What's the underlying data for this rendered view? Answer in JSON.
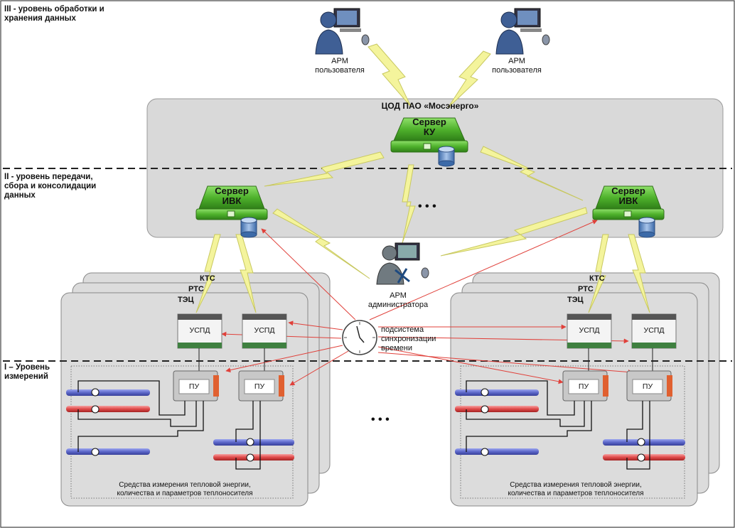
{
  "levels": {
    "level3": "III - уровень обработки и хранения данных",
    "level2": "II - уровень передачи, сбора и консолидации данных",
    "level1": "I – Уровень измерений"
  },
  "datacenter": {
    "title": "ЦОД ПАО «Мосэнерго»"
  },
  "servers": {
    "ku": {
      "line1": "Сервер",
      "line2": "КУ"
    },
    "ivk_left": {
      "line1": "Сервер",
      "line2": "ИВК"
    },
    "ivk_right": {
      "line1": "Сервер",
      "line2": "ИВК"
    }
  },
  "workstations": {
    "user_left": {
      "line1": "АРМ",
      "line2": "пользователя"
    },
    "user_right": {
      "line1": "АРМ",
      "line2": "пользователя"
    },
    "admin": {
      "line1": "АРМ",
      "line2": "администратора"
    }
  },
  "sync": {
    "line1": "подсистема",
    "line2": "синхронизации",
    "line3": "времени"
  },
  "plants": {
    "left": {
      "stack": [
        "КТС",
        "РТС",
        "ТЭЦ"
      ],
      "uspd": [
        "УСПД",
        "УСПД"
      ],
      "pu": [
        "ПУ",
        "ПУ"
      ],
      "caption1": "Средства измерения тепловой энергии,",
      "caption2": "количества и параметров теплоносителя"
    },
    "right": {
      "stack": [
        "КТС",
        "РТС",
        "ТЭЦ"
      ],
      "uspd": [
        "УСПД",
        "УСПД"
      ],
      "pu": [
        "ПУ",
        "ПУ"
      ],
      "caption1": "Средства измерения тепловой энергии,",
      "caption2": "количества и параметров теплоносителя"
    }
  },
  "ellipsis": {
    "servers": "• • •",
    "plants": "• • •"
  },
  "colors": {
    "server_green": "#5cc43a",
    "panel_gray": "#d9d9d9",
    "arrow_red": "#e0403a",
    "pipe_blue": "#5b66c8",
    "pipe_red": "#e04a4a",
    "bolt_yellow": "#f2f29a"
  },
  "icons": [
    "user-workstation-icon",
    "admin-workstation-icon",
    "server-icon",
    "database-icon",
    "clock-icon",
    "lightning-link-icon"
  ]
}
